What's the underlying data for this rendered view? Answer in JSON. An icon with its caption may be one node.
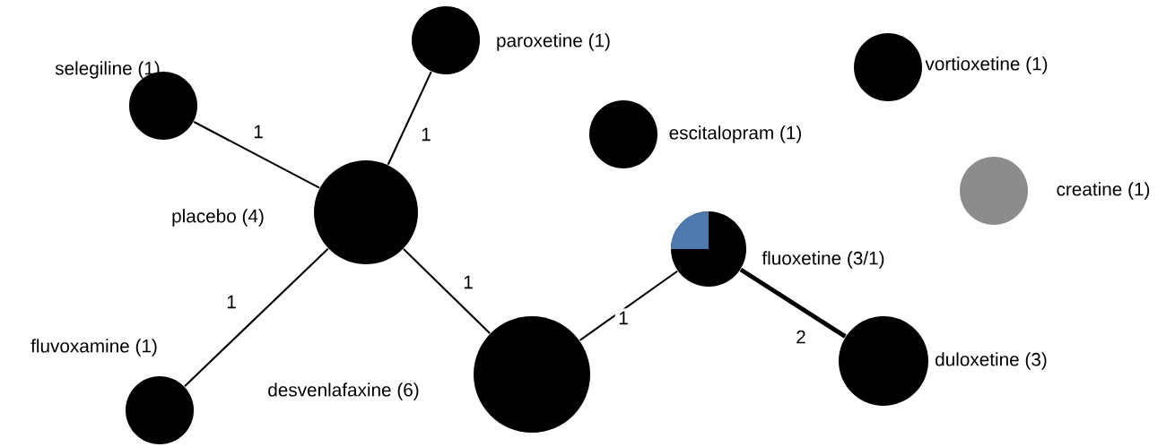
{
  "diagram": {
    "nodes": [
      {
        "text": [
          "selegiline (1)"
        ]
      },
      {
        "text": [
          "paroxetine (1)"
        ]
      },
      {
        "text": [
          "vortioxetine (1)"
        ]
      },
      {
        "text": [
          "escitalopram (1)"
        ]
      },
      {
        "text": [
          "placebo (4)"
        ]
      },
      {
        "text": [
          "creatine (1)"
        ]
      },
      {
        "text": [
          "fluoxetine (3/1)"
        ]
      },
      {
        "text": [
          "fluvoxamine (1)"
        ]
      },
      {
        "text": [
          "desvenlafaxine (6)"
        ]
      },
      {
        "text": [
          "duloxetine (3)"
        ]
      }
    ],
    "edges": [
      {
        "from": 0,
        "to": 4,
        "arrow": "none",
        "label": "1"
      },
      {
        "from": 1,
        "to": 4,
        "arrow": "none",
        "label": "1"
      },
      {
        "from": 4,
        "to": 7,
        "arrow": "none",
        "label": "1"
      },
      {
        "from": 4,
        "to": 8,
        "arrow": "none",
        "label": "1"
      },
      {
        "from": 8,
        "to": 6,
        "arrow": "none",
        "label": "1"
      },
      {
        "from": 6,
        "to": 9,
        "arrow": "none",
        "label": "2",
        "style": "thick"
      }
    ]
  }
}
